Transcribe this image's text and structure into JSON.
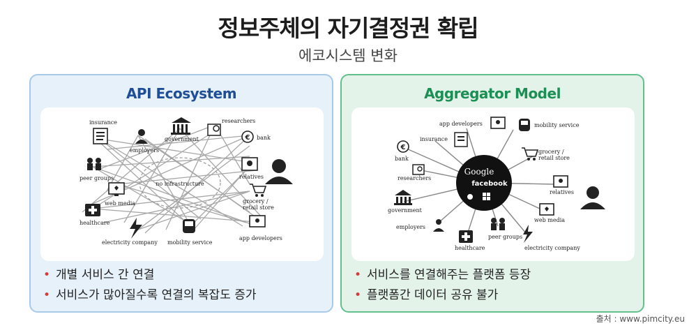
{
  "title": "정보주체의 자기결정권 확립",
  "subtitle": "에코시스템 변화",
  "left": {
    "heading": "API Ecosystem",
    "center_label": "no infrastructure",
    "nodes": {
      "insurance": "insurance",
      "government": "government",
      "researchers": "researchers",
      "bank": "bank",
      "employers": "employers",
      "peer_groups": "peer groups",
      "relatives": "relatives",
      "web_media": "web media",
      "grocery": "grocery /",
      "retail": "retail store",
      "healthcare": "healthcare",
      "electricity": "electricity company",
      "mobility": "mobility service",
      "app_developers": "app developers"
    },
    "bullets": [
      "개별 서비스 간 연결",
      "서비스가 많아질수록 연결의 복잡도 증가"
    ]
  },
  "right": {
    "heading": "Aggregator Model",
    "hub_google": "Google",
    "hub_facebook": "facebook",
    "nodes": {
      "app_developers": "app developers",
      "mobility": "mobility service",
      "insurance": "insurance",
      "bank": "bank",
      "grocery": "grocery /",
      "retail": "retail store",
      "researchers": "researchers",
      "relatives": "relatives",
      "government": "government",
      "web_media": "web media",
      "employers": "employers",
      "healthcare": "healthcare",
      "peer_groups": "peer groups",
      "electricity": "electricity company"
    },
    "bullets": [
      "서비스를 연결해주는 플랫폼 등장",
      "플랫폼간 데이터 공유 불가"
    ]
  },
  "credit": "출처 : www.pimcity.eu",
  "colors": {
    "left_bg": "#e6f1fa",
    "left_border": "#a9c9e8",
    "left_heading": "#1f4d96",
    "right_bg": "#e4f3ea",
    "right_border": "#62c08c",
    "right_heading": "#1c8f54",
    "bullet": "#d63a3a"
  }
}
